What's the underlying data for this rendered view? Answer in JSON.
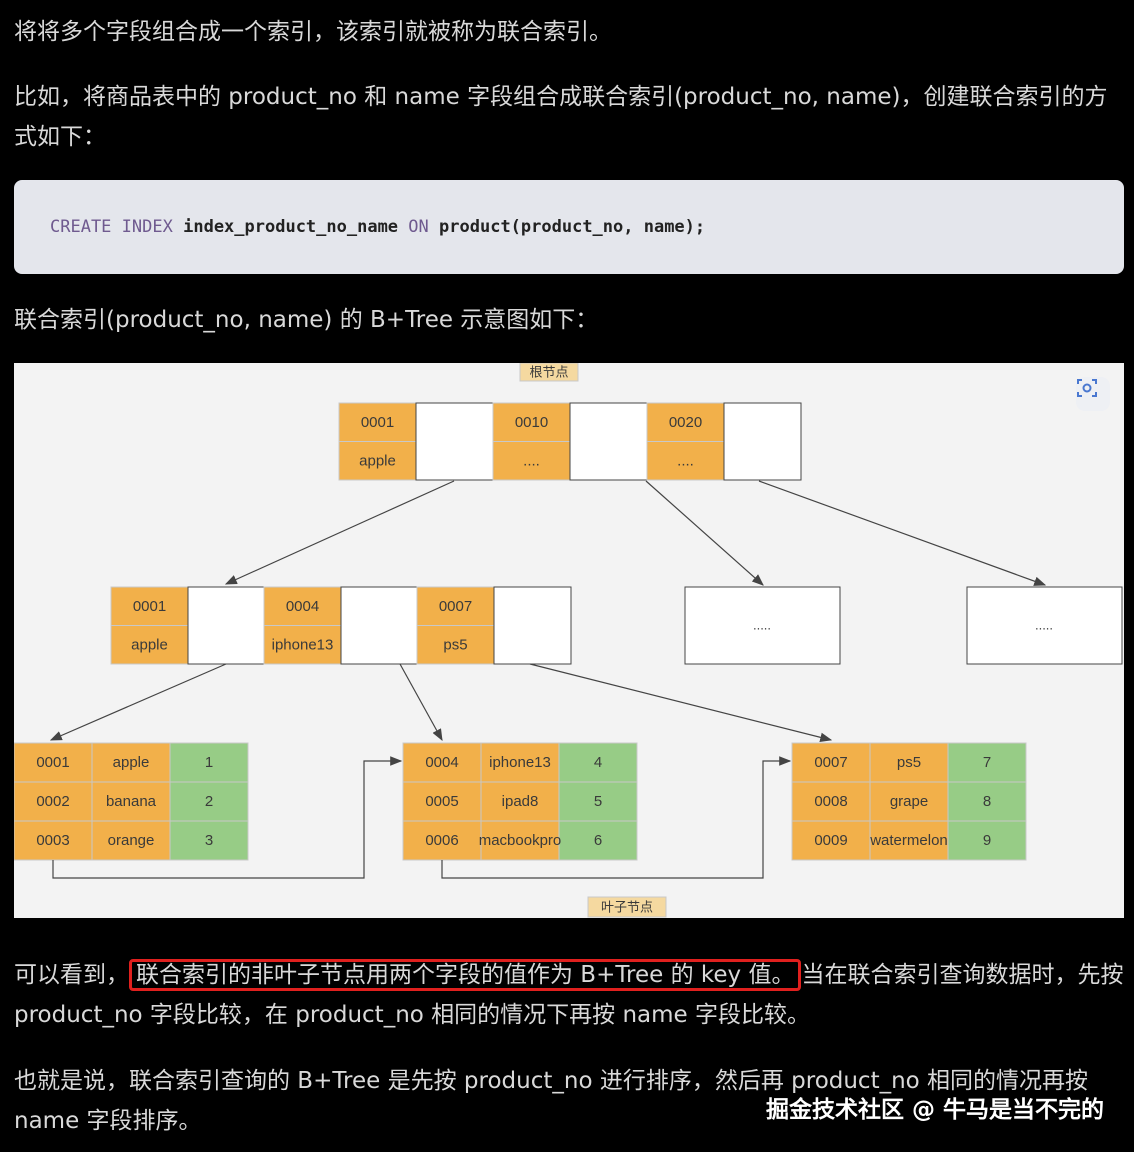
{
  "paragraphs": {
    "p1": "将将多个字段组合成一个索引，该索引就被称为联合索引。",
    "p2": "比如，将商品表中的 product_no 和 name 字段组合成联合索引(product_no, name)，创建联合索引的方式如下：",
    "p3": "联合索引(product_no, name) 的 B+Tree 示意图如下：",
    "p4_pre": "可以看到，",
    "p4_highlight": "联合索引的非叶子节点用两个字段的值作为 B+Tree 的 key 值。",
    "p4_post": "当在联合索引查询数据时，先按 product_no 字段比较，在 product_no 相同的情况下再按 name 字段比较。",
    "p5": "也就是说，联合索引查询的 B+Tree 是先按 product_no 进行排序，然后再 product_no 相同的情况再按 name 字段排序。"
  },
  "code": {
    "create": "CREATE",
    "index": "INDEX",
    "index_name": "index_product_no_name",
    "on": "ON",
    "table": "product(product_no, name);"
  },
  "diagram": {
    "root_label": "根节点",
    "leaf_label": "叶子节点",
    "root_keys": [
      [
        "0001",
        "apple"
      ],
      [
        "0010",
        "...."
      ],
      [
        "0020",
        "...."
      ]
    ],
    "mid_keys": [
      [
        "0001",
        "apple"
      ],
      [
        "0004",
        "iphone13"
      ],
      [
        "0007",
        "ps5"
      ]
    ],
    "mid_placeholder": ".....",
    "leaves": [
      [
        [
          "0001",
          "apple",
          "1"
        ],
        [
          "0002",
          "banana",
          "2"
        ],
        [
          "0003",
          "orange",
          "3"
        ]
      ],
      [
        [
          "0004",
          "iphone13",
          "4"
        ],
        [
          "0005",
          "ipad8",
          "5"
        ],
        [
          "0006",
          "macbookpro",
          "6"
        ]
      ],
      [
        [
          "0007",
          "ps5",
          "7"
        ],
        [
          "0008",
          "grape",
          "8"
        ],
        [
          "0009",
          "watermelon",
          "9"
        ]
      ]
    ]
  },
  "colors": {
    "orange": "#f2b04a",
    "green": "#97cc86",
    "highlight_border": "#e0201e"
  },
  "watermark": "掘金技术社区 @ 牛马是当不完的"
}
